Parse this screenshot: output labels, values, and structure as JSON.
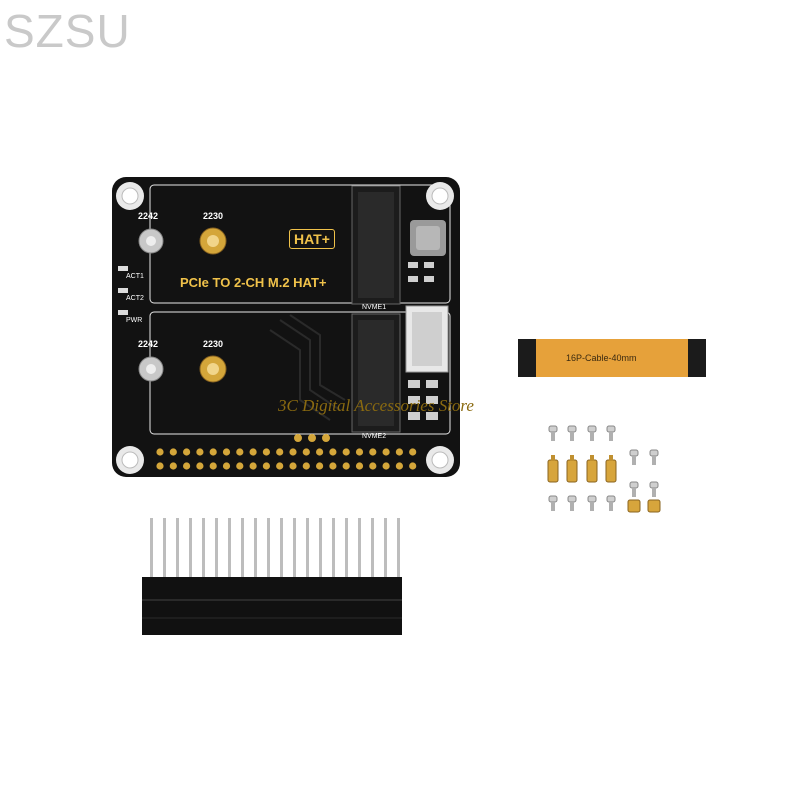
{
  "brand": "SZSU",
  "watermark": "3C Digital Accessories Store",
  "board": {
    "title": "PCIe TO 2-CH M.2 HAT+",
    "badge": "HAT+",
    "slot_top": {
      "hole_a": "2242",
      "hole_b": "2230",
      "label": "NVME1"
    },
    "slot_bottom": {
      "hole_a": "2242",
      "hole_b": "2230",
      "label": "NVME2"
    },
    "leds": [
      "ACT1",
      "ACT2",
      "PWR"
    ],
    "colors": {
      "pcb": "#111111",
      "silk": "#ffffff",
      "gold": "#d4a63a",
      "label_gold": "#f0c24a"
    }
  },
  "cable": {
    "label": "16P-Cable-40mm",
    "color": "#e6a13a"
  },
  "colors": {
    "brand": "#c9c9c9",
    "watermark": "#8a6a10"
  }
}
